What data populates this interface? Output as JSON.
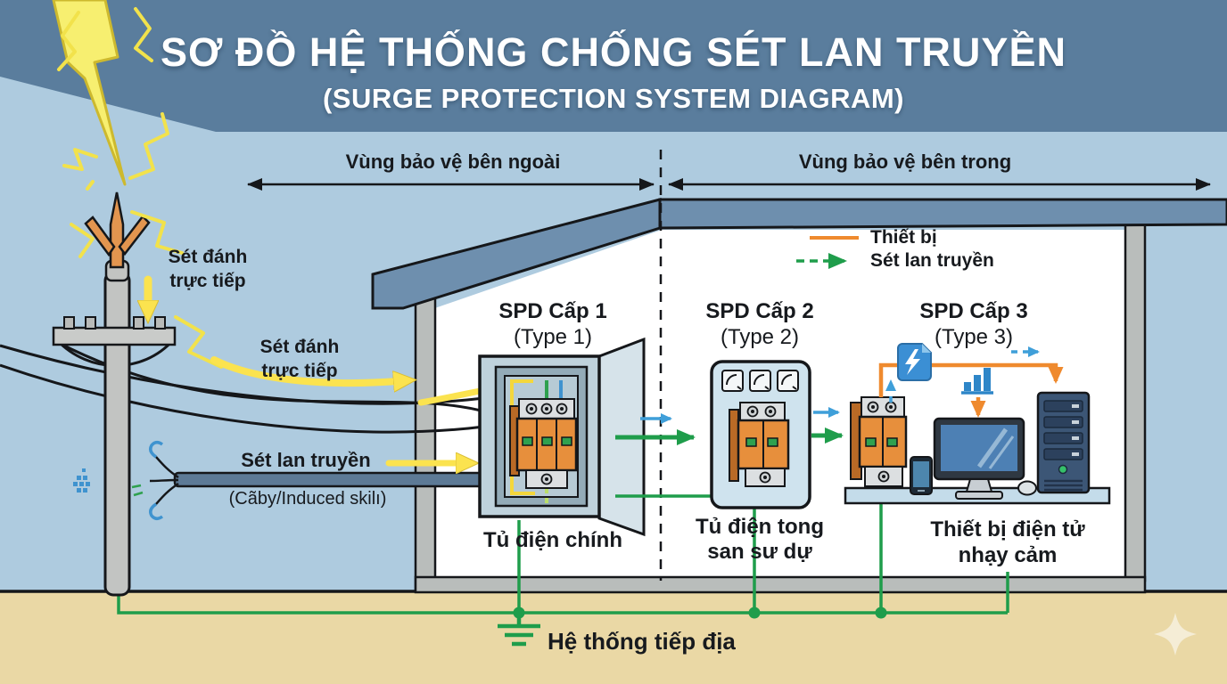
{
  "title": {
    "line1": "SƠ ĐỒ HỆ THỐNG CHỐNG SÉT LAN TRUYỀN",
    "line2": "(SURGE PROTECTION SYSTEM DIAGRAM)"
  },
  "zones": {
    "outer": {
      "label": "Vùng bảo vệ bên ngoài"
    },
    "inner": {
      "label": "Vùng bảo vệ bên trong"
    }
  },
  "legend": {
    "device_label": "Thiết bị",
    "surge_label": "Sét lan truyền"
  },
  "hazards": {
    "direct1_line1": "Sét đánh",
    "direct1_line2": "trực tiếp",
    "direct2_line1": "Sét đánh",
    "direct2_line2": "trực tiếp",
    "surge_label": "Sét lan truyền",
    "cable_note": "(Cãby/Induced skilı)"
  },
  "stages": [
    {
      "name": "SPD Cấp 1",
      "type": "(Type 1)",
      "caption": "Tủ điện chính"
    },
    {
      "name": "SPD Cấp 2",
      "type": "(Type 2)",
      "caption_line1": "Tủ điện tong",
      "caption_line2": "san sư dự"
    },
    {
      "name": "SPD Cấp 3",
      "type": "(Type 3)",
      "caption_line1": "Thiết bị điện tử",
      "caption_line2": "nhạy cảm"
    }
  ],
  "grounding": {
    "label": "Hệ thống tiếp địa"
  },
  "colors": {
    "header_blue": "#5a7d9d",
    "sky_blue": "#aecbdf",
    "ground_tan": "#ead8a5",
    "roof_slate": "#6e8fae",
    "device_orange": "#ef8a2e",
    "surge_green": "#1f9d4b",
    "arrow_blue": "#3f9fd9",
    "lightning_yellow": "#f7e558"
  }
}
